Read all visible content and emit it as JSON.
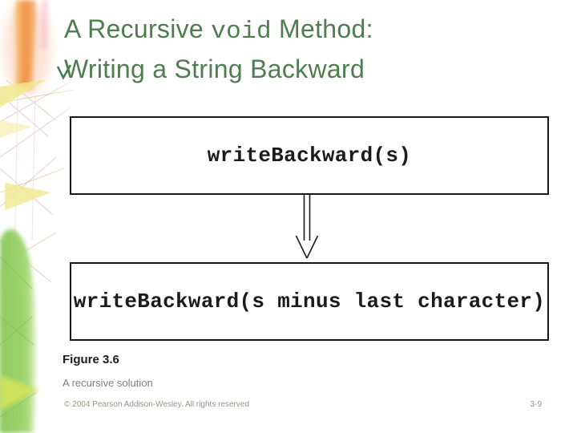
{
  "title": {
    "part1": "A Recursive ",
    "code": "void",
    "part2": " Method:",
    "line2": "Writing a String Backward"
  },
  "diagram": {
    "top_box": "writeBackward(s)",
    "bottom_box": "writeBackward(s minus last character)",
    "arrow_icon": "double-line-down-arrow-icon"
  },
  "caption": {
    "label": "Figure 3.6",
    "description": "A recursive solution"
  },
  "footer": {
    "copyright": "© 2004 Pearson Addison-Wesley. All rights reserved",
    "page": "3-9"
  },
  "colors": {
    "title_green": "#4f7d4f",
    "footer_green": "#8b9b86",
    "caption_gray": "#7f7f7f",
    "box_border": "#161616",
    "art_orange": "#f08a3a",
    "art_leaf_green": "#9ed36e",
    "art_pale_yellow": "#f1e88e"
  }
}
